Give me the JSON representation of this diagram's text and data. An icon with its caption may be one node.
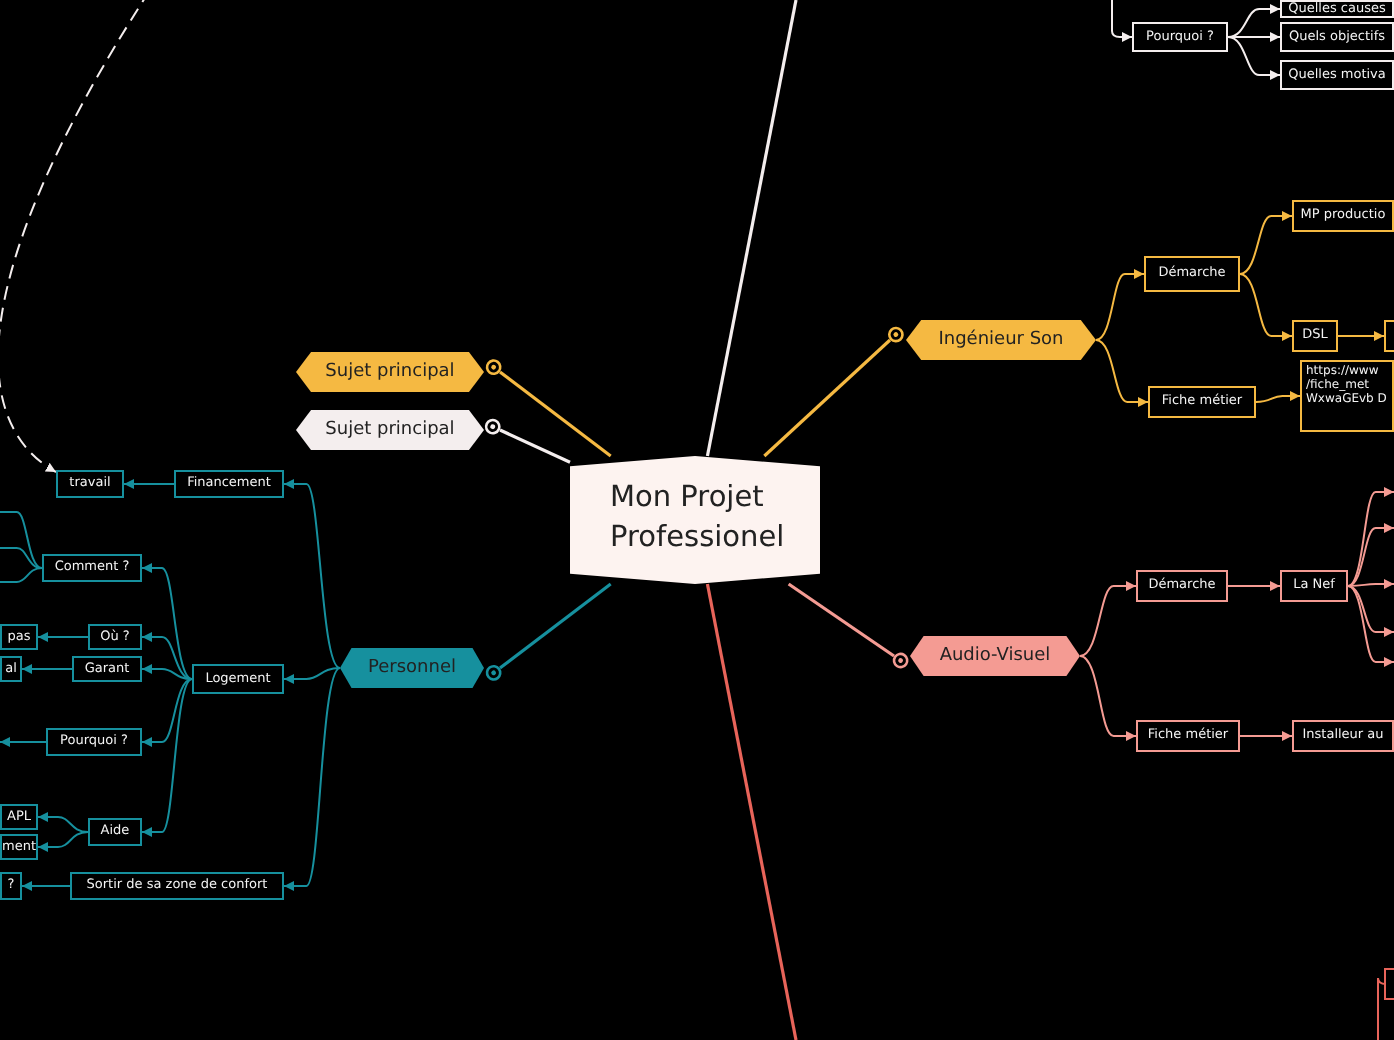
{
  "diagram": {
    "nodes": [
      {
        "text": [
          "Mon Projet Professionel"
        ]
      },
      {
        "text": [
          "Sujet principal"
        ]
      },
      {
        "text": [
          "Sujet principal"
        ]
      },
      {
        "text": [
          "Personnel"
        ]
      },
      {
        "text": [
          "Ingénieur Son"
        ]
      },
      {
        "text": [
          "Audio-Visuel"
        ]
      },
      {
        "text": [
          "Démarche"
        ]
      },
      {
        "text": [
          "MP productio"
        ]
      },
      {
        "text": [
          "DSL"
        ]
      },
      {
        "text": [
          "Fiche métier"
        ]
      },
      {
        "text": [
          "https://www /fiche_met WxwaGEvb D"
        ]
      },
      {
        "text": [
          "Pourquoi ?"
        ]
      },
      {
        "text": [
          "Quelles causes"
        ]
      },
      {
        "text": [
          "Quels objectifs"
        ]
      },
      {
        "text": [
          "Quelles motiva"
        ]
      },
      {
        "text": [
          "Démarche"
        ]
      },
      {
        "text": [
          "La Nef"
        ]
      },
      {
        "text": [
          "Fiche métier"
        ]
      },
      {
        "text": [
          "Installeur au"
        ]
      },
      {
        "text": [
          "Financement"
        ]
      },
      {
        "text": [
          "travail"
        ]
      },
      {
        "text": [
          "Logement"
        ]
      },
      {
        "text": [
          "Comment ?"
        ]
      },
      {
        "text": [
          "Où ?"
        ]
      },
      {
        "text": [
          "pas"
        ]
      },
      {
        "text": [
          "Garant"
        ]
      },
      {
        "text": [
          "al"
        ]
      },
      {
        "text": [
          "Pourquoi ?"
        ]
      },
      {
        "text": [
          "Aide"
        ]
      },
      {
        "text": [
          "APL"
        ]
      },
      {
        "text": [
          "ment"
        ]
      },
      {
        "text": [
          "Sortir de sa zone de confort"
        ]
      },
      {
        "text": [
          "?"
        ]
      },
      {
        "text": [],
        "shape": "box"
      },
      {
        "text": [],
        "shape": "box"
      }
    ],
    "edges": [
      {
        "from": 0,
        "to": 1,
        "arrow": "other",
        "color": "#f5b942"
      },
      {
        "from": 0,
        "to": 2,
        "arrow": "other",
        "color": "#f4eeee"
      },
      {
        "from": 0,
        "to": 3,
        "arrow": "other",
        "color": "#16909e"
      },
      {
        "from": 0,
        "to": 4,
        "arrow": "other",
        "color": "#f5b942"
      },
      {
        "from": 0,
        "to": 5,
        "arrow": "other",
        "color": "#f49b93"
      },
      {
        "from": 0,
        "to": null,
        "arrow": "none",
        "color": "#f4eeee"
      },
      {
        "from": 0,
        "to": null,
        "arrow": "none",
        "color": "#e8645a"
      },
      {
        "from": 4,
        "to": 6,
        "arrow": "to",
        "color": "#f5b942"
      },
      {
        "from": 4,
        "to": 9,
        "arrow": "to",
        "color": "#f5b942"
      },
      {
        "from": 6,
        "to": 7,
        "arrow": "to",
        "color": "#f5b942"
      },
      {
        "from": 6,
        "to": 8,
        "arrow": "to",
        "color": "#f5b942"
      },
      {
        "from": 8,
        "to": 33,
        "arrow": "to",
        "color": "#f5b942"
      },
      {
        "from": 9,
        "to": 10,
        "arrow": "to",
        "color": "#f5b942"
      },
      {
        "from": null,
        "to": 11,
        "arrow": "to",
        "color": "#f4eeee"
      },
      {
        "from": 11,
        "to": 12,
        "arrow": "to",
        "color": "#f4eeee"
      },
      {
        "from": 11,
        "to": 13,
        "arrow": "to",
        "color": "#f4eeee"
      },
      {
        "from": 11,
        "to": 14,
        "arrow": "to",
        "color": "#f4eeee"
      },
      {
        "from": 5,
        "to": 15,
        "arrow": "to",
        "color": "#f49b93"
      },
      {
        "from": 5,
        "to": 17,
        "arrow": "to",
        "color": "#f49b93"
      },
      {
        "from": 15,
        "to": 16,
        "arrow": "to",
        "color": "#f49b93"
      },
      {
        "from": 16,
        "to": null,
        "arrow": "to",
        "color": "#f49b93"
      },
      {
        "from": 16,
        "to": null,
        "arrow": "to",
        "color": "#f49b93"
      },
      {
        "from": 16,
        "to": null,
        "arrow": "to",
        "color": "#f49b93"
      },
      {
        "from": 16,
        "to": null,
        "arrow": "to",
        "color": "#f49b93"
      },
      {
        "from": 16,
        "to": null,
        "arrow": "to",
        "color": "#f49b93"
      },
      {
        "from": 17,
        "to": 18,
        "arrow": "to",
        "color": "#f49b93"
      },
      {
        "from": null,
        "to": 34,
        "arrow": "to",
        "color": "#e8645a"
      },
      {
        "from": 3,
        "to": 19,
        "arrow": "to",
        "color": "#16909e"
      },
      {
        "from": 3,
        "to": 21,
        "arrow": "to",
        "color": "#16909e"
      },
      {
        "from": 3,
        "to": 31,
        "arrow": "to",
        "color": "#16909e"
      },
      {
        "from": 19,
        "to": 20,
        "arrow": "to",
        "color": "#16909e"
      },
      {
        "from": 21,
        "to": 22,
        "arrow": "to",
        "color": "#16909e"
      },
      {
        "from": 21,
        "to": 23,
        "arrow": "to",
        "color": "#16909e"
      },
      {
        "from": 21,
        "to": 25,
        "arrow": "to",
        "color": "#16909e"
      },
      {
        "from": 21,
        "to": 27,
        "arrow": "to",
        "color": "#16909e"
      },
      {
        "from": 21,
        "to": 28,
        "arrow": "to",
        "color": "#16909e"
      },
      {
        "from": 22,
        "to": null,
        "arrow": "none",
        "color": "#16909e"
      },
      {
        "from": 22,
        "to": null,
        "arrow": "none",
        "color": "#16909e"
      },
      {
        "from": 22,
        "to": null,
        "arrow": "none",
        "color": "#16909e"
      },
      {
        "from": 23,
        "to": 24,
        "arrow": "to",
        "color": "#16909e"
      },
      {
        "from": 25,
        "to": 26,
        "arrow": "to",
        "color": "#16909e"
      },
      {
        "from": 27,
        "to": null,
        "arrow": "to",
        "color": "#16909e"
      },
      {
        "from": 28,
        "to": 29,
        "arrow": "to",
        "color": "#16909e"
      },
      {
        "from": 28,
        "to": 30,
        "arrow": "to",
        "color": "#16909e"
      },
      {
        "from": 31,
        "to": 32,
        "arrow": "to",
        "color": "#16909e"
      },
      {
        "from": null,
        "to": 20,
        "arrow": "to",
        "style": "dashed",
        "color": "#f4eeee"
      }
    ]
  }
}
